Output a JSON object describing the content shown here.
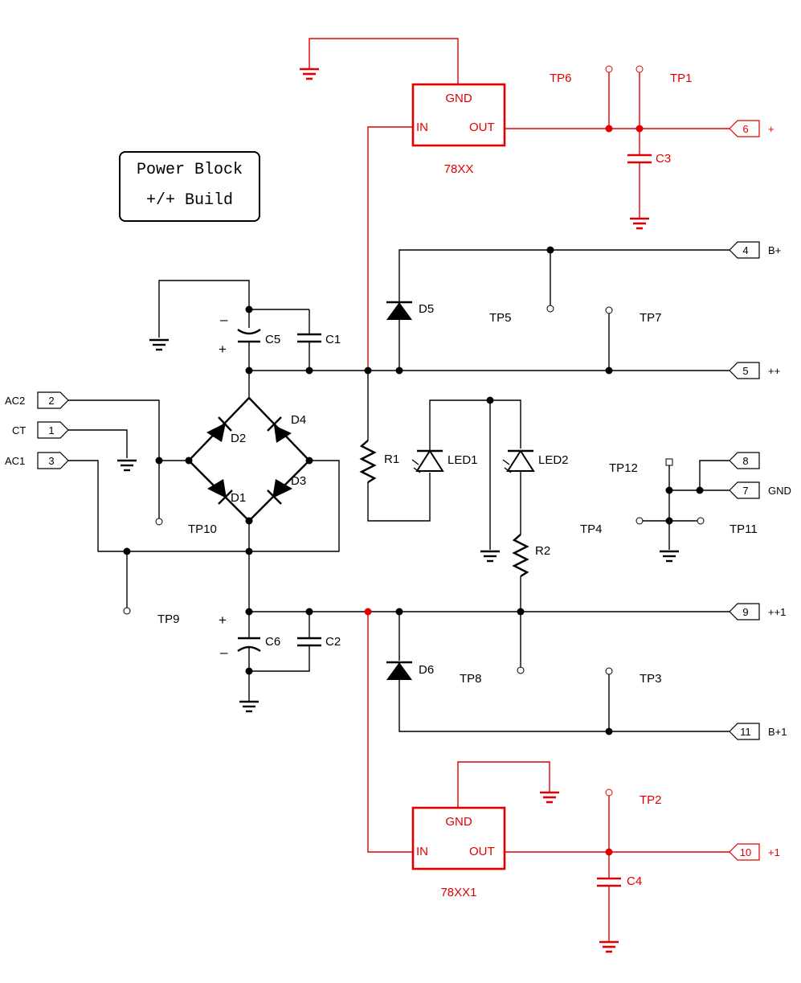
{
  "title": {
    "line1": "Power Block",
    "line2": "+/+ Build"
  },
  "regulators": {
    "top": {
      "name": "78XX",
      "gnd": "GND",
      "in": "IN",
      "out": "OUT"
    },
    "bottom": {
      "name": "78XX1",
      "gnd": "GND",
      "in": "IN",
      "out": "OUT"
    }
  },
  "connectors": {
    "c2": {
      "num": "2",
      "name": "AC2"
    },
    "c1": {
      "num": "1",
      "name": "CT"
    },
    "c3": {
      "num": "3",
      "name": "AC1"
    },
    "c6": {
      "num": "6",
      "name": "+"
    },
    "c4": {
      "num": "4",
      "name": "B+"
    },
    "c5": {
      "num": "5",
      "name": "++"
    },
    "c8": {
      "num": "8",
      "name": ""
    },
    "c7": {
      "num": "7",
      "name": "GND"
    },
    "c9": {
      "num": "9",
      "name": "++1"
    },
    "c11": {
      "num": "11",
      "name": "B+1"
    },
    "c10": {
      "num": "10",
      "name": "+1"
    }
  },
  "components": {
    "C1": "C1",
    "C2": "C2",
    "C3": "C3",
    "C4": "C4",
    "C5": "C5",
    "C6": "C6",
    "D1": "D1",
    "D2": "D2",
    "D3": "D3",
    "D4": "D4",
    "D5": "D5",
    "D6": "D6",
    "R1": "R1",
    "R2": "R2",
    "LED1": "LED1",
    "LED2": "LED2"
  },
  "testpoints": {
    "TP1": "TP1",
    "TP2": "TP2",
    "TP3": "TP3",
    "TP4": "TP4",
    "TP5": "TP5",
    "TP6": "TP6",
    "TP7": "TP7",
    "TP8": "TP8",
    "TP9": "TP9",
    "TP10": "TP10",
    "TP11": "TP11",
    "TP12": "TP12"
  },
  "polarity": {
    "plus": "+",
    "minus": "–"
  },
  "colors": {
    "wire": "#000000",
    "regulator_section": "#e00000"
  }
}
